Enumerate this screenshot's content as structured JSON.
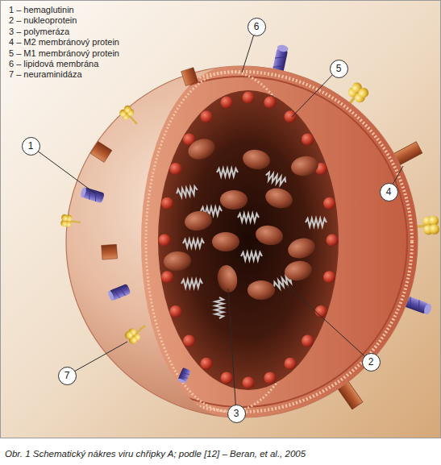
{
  "diagram": {
    "caption": "Obr. 1 Schematický nákres viru chřipky A; podle [12] – Beran, et al., 2005",
    "nodes": [
      {
        "text": [
          "6"
        ]
      },
      {
        "text": [
          "5"
        ]
      },
      {
        "text": [
          "1"
        ]
      },
      {
        "text": [
          "4"
        ]
      },
      {
        "text": [
          "2"
        ]
      },
      {
        "text": [
          "7"
        ]
      },
      {
        "text": [
          "3"
        ]
      }
    ],
    "labels": [
      "1 – hemaglutinin",
      "2 – nukleoprotein",
      "3 – polymeráza",
      "4 – M2 membránový protein",
      "5 – M1 membránový protein",
      "6 – lipidová membrána",
      "7 – neuraminidáza"
    ]
  }
}
